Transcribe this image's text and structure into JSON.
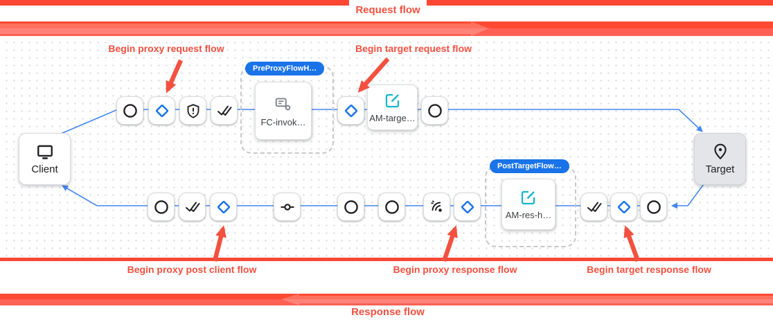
{
  "banners": {
    "request_label": "Request flow",
    "response_label": "Response flow",
    "bar_color": "#ff4a33",
    "bar_color_light": "#ff6054"
  },
  "annotations": {
    "arrow_color": "#f4503f",
    "proxy_request": "Begin proxy request flow",
    "target_request": "Begin target request flow",
    "proxy_post_client": "Begin proxy post client flow",
    "proxy_response": "Begin proxy response flow",
    "target_response": "Begin target response flow"
  },
  "endpoints": {
    "client": "Client",
    "target": "Target"
  },
  "flows": {
    "pre_proxy_pill": "PreProxyFlowH…",
    "post_target_pill": "PostTargetFlow…",
    "fc_card": "FC-invok…",
    "am_target_card": "AM-targe…",
    "am_response_card": "AM-res-h…"
  },
  "icons": {
    "client": "monitor-icon",
    "target": "location-pin-icon",
    "step_circle": "circle-icon",
    "step_diamond": "diamond-icon",
    "step_shield": "shield-icon",
    "step_double_check": "double-check-icon",
    "step_switch": "switch-icon",
    "step_signal": "signal-icon",
    "fc_policy": "flow-callout-icon",
    "am_policy": "edit-square-icon"
  },
  "colors": {
    "connector_blue": "#4285f4",
    "accent_blue": "#1a73e8",
    "policy_teal": "#12b5cb"
  }
}
